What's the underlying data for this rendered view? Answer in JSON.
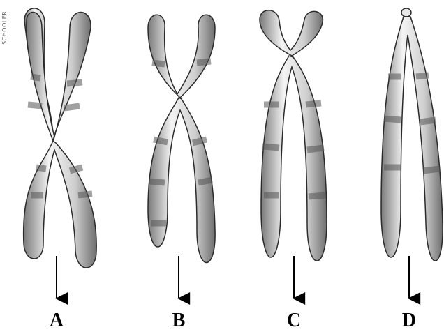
{
  "watermark": "SCHOOLER",
  "chromosomes": [
    {
      "label": "A",
      "type": "metacentric"
    },
    {
      "label": "B",
      "type": "submetacentric"
    },
    {
      "label": "C",
      "type": "acrocentric"
    },
    {
      "label": "D",
      "type": "telocentric"
    }
  ],
  "colors": {
    "body": "#c9c9c9",
    "highlight": "#f2f2f2",
    "band": "#5a5a5a",
    "outline": "#2a2a2a",
    "arrow": "#000000"
  }
}
